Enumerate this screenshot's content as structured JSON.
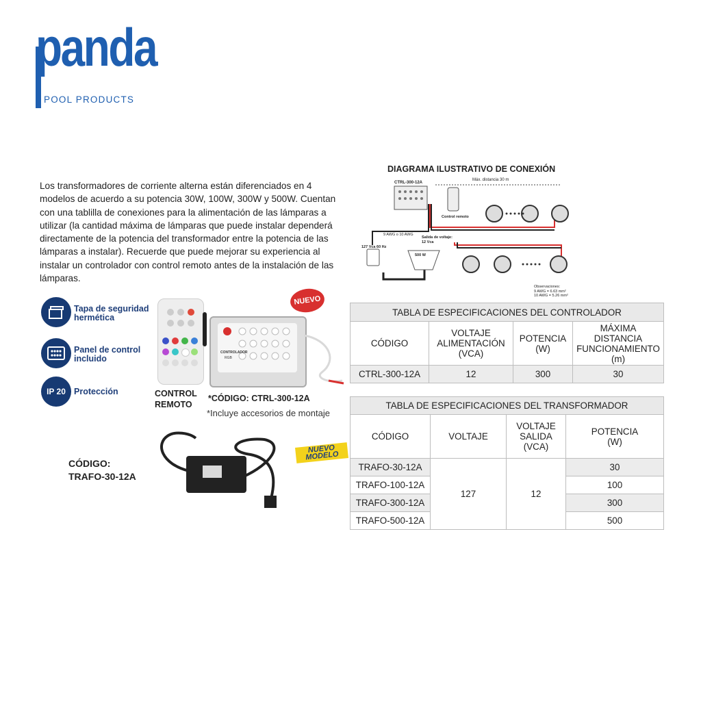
{
  "brand": {
    "name": "panda",
    "sub": "POOL PRODUCTS",
    "color": "#1f5fb0"
  },
  "intro": "Los transformadores de corriente alterna están diferenciados en 4 modelos de acuerdo a su potencia 30W, 100W, 300W y 500W. Cuentan con una tablilla de conexiones para la alimentación de las lámparas a utilizar (la cantidad máxima de lámparas que puede instalar dependerá directamente de la potencia del transformador entre la potencia de las lámparas a instalar). Recuerde que puede mejorar su experiencia al instalar un controlador con control remoto antes de la instalación de las lámparas.",
  "features": [
    {
      "icon": "sealed-lid-icon",
      "label1": "Tapa de seguridad",
      "label2": "hermética"
    },
    {
      "icon": "control-panel-icon",
      "label1": "Panel de control",
      "label2": "incluido"
    },
    {
      "icon": "ip20",
      "icon_text": "IP 20",
      "label1": "Protección",
      "label2": ""
    }
  ],
  "products": {
    "remote_label1": "CONTROL",
    "remote_label2": "REMOTO",
    "badge_new": "NUEVO",
    "controller_code": "*CÓDIGO:  CTRL-300-12A",
    "accessories": "*Incluye accesorios de montaje",
    "trafo_code1": "CÓDIGO:",
    "trafo_code2": "TRAFO-30-12A",
    "new_model1": "NUEVO",
    "new_model2": "MODELO",
    "controller_brand": "CONTROLADOR",
    "controller_sub": "RGB"
  },
  "diagram": {
    "title": "DIAGRAMA ILUSTRATIVO DE CONEXIÓN",
    "ctrl_label": "CTRL-300-12A",
    "distance": "Máx. distancia 30 m",
    "remote": "Control remoto",
    "awg": "9 AWG o 10 AWG",
    "output_label1": "Salida de voltaje:",
    "output_label2": "12 Vca",
    "input": "127 Vca 60 Hz",
    "trafo": "500 W",
    "obs1": "Observaciones:",
    "obs2": "9 AWG = 6.63 mm²",
    "obs3": "10 AWG = 5.26 mm²"
  },
  "controller_table": {
    "title": "TABLA DE ESPECIFICACIONES DEL CONTROLADOR",
    "headers": [
      "CÓDIGO",
      "VOLTAJE\nALIMENTACIÓN\n(VCA)",
      "POTENCIA\n(W)",
      "MÁXIMA DISTANCIA\nFUNCIONAMIENTO\n(m)"
    ],
    "rows": [
      [
        "CTRL-300-12A",
        "12",
        "300",
        "30"
      ]
    ]
  },
  "trafo_table": {
    "title": "TABLA DE ESPECIFICACIONES DEL TRANSFORMADOR",
    "headers": [
      "CÓDIGO",
      "VOLTAJE",
      "VOLTAJE\nSALIDA\n(VCA)",
      "POTENCIA\n(W)"
    ],
    "codes": [
      "TRAFO-30-12A",
      "TRAFO-100-12A",
      "TRAFO-300-12A",
      "TRAFO-500-12A"
    ],
    "voltage": "127",
    "output": "12",
    "powers": [
      "30",
      "100",
      "300",
      "500"
    ]
  }
}
